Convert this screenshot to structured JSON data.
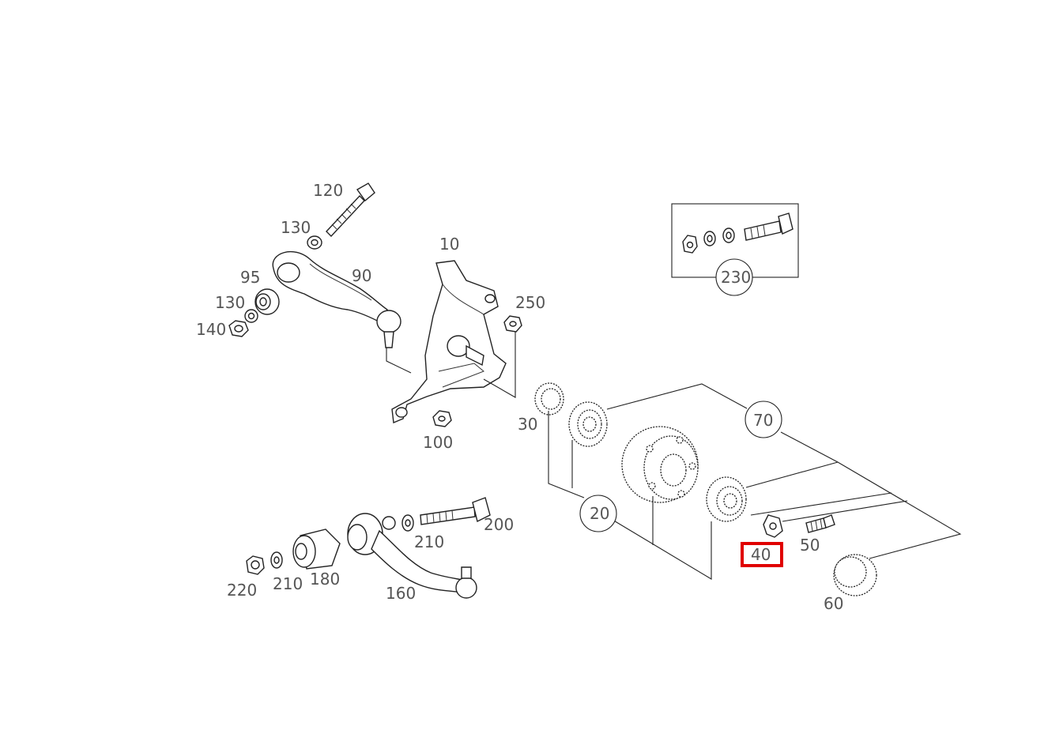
{
  "callouts": {
    "p10": "10",
    "p20": "20",
    "p30": "30",
    "p40": "40",
    "p50": "50",
    "p60": "60",
    "p70": "70",
    "p90": "90",
    "p95": "95",
    "p100": "100",
    "p120": "120",
    "p130a": "130",
    "p130b": "130",
    "p140": "140",
    "p160": "160",
    "p180": "180",
    "p200": "200",
    "p210a": "210",
    "p210b": "210",
    "p220": "220",
    "p230": "230",
    "p250": "250"
  },
  "highlight": {
    "part": "40",
    "color": "#e00000"
  }
}
